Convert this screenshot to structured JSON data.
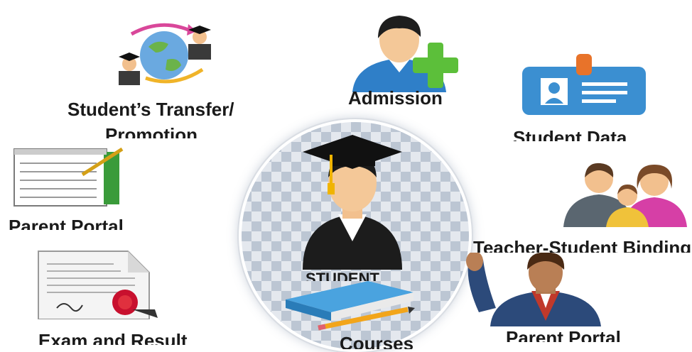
{
  "center": {
    "label": "STUDENT"
  },
  "modules": [
    {
      "id": "transfer",
      "label_line1": "Student’s Transfer/",
      "label_line2": "Promotion"
    },
    {
      "id": "admission",
      "label": "Admission"
    },
    {
      "id": "student-data",
      "label": "Student Data"
    },
    {
      "id": "parent-portal-left",
      "label": "Parent Portal"
    },
    {
      "id": "teacher-student",
      "label": "Teacher-Student Binding"
    },
    {
      "id": "exam",
      "label": "Exam and Result"
    },
    {
      "id": "courses",
      "label": "Courses"
    },
    {
      "id": "parent-portal-right",
      "label": "Parent Portal"
    }
  ],
  "colors": {
    "label_text": "#1a1a1a",
    "admission_plus": "#5cbf3a",
    "id_card": "#3b8fd1",
    "book": "#4aa3df",
    "seal": "#c8102e",
    "report_green": "#3a9b3a",
    "blazer": "#2c4a7a"
  },
  "icons": [
    "globe-transfer-icon",
    "admission-user-plus-icon",
    "id-card-icon",
    "report-card-icon",
    "family-icon",
    "certificate-icon",
    "book-pencil-icon",
    "waving-parent-icon",
    "graduate-student-icon"
  ]
}
